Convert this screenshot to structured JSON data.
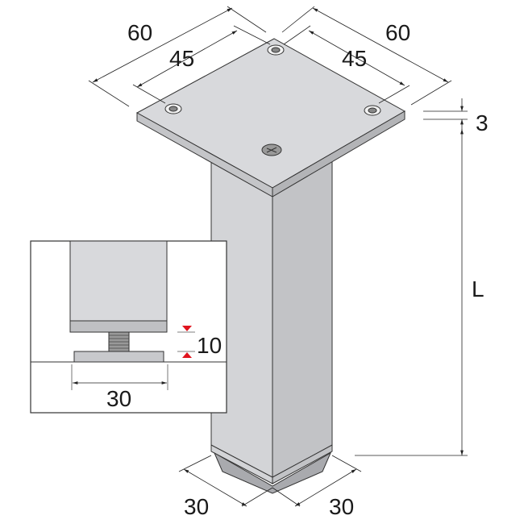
{
  "dimensions": {
    "plate_width_left": "60",
    "hole_spacing_left": "45",
    "plate_width_right": "60",
    "hole_spacing_right": "45",
    "plate_thickness": "3",
    "leg_length": "L",
    "leg_width_left": "30",
    "leg_width_right": "30"
  },
  "inset": {
    "adjust_height": "10",
    "foot_diameter": "30"
  },
  "colors": {
    "metal_light": "#d6d7da",
    "metal_mid": "#c4c5c8",
    "metal_dark": "#a9aaae",
    "outline": "#333333",
    "arrow_red": "#e0141e"
  }
}
